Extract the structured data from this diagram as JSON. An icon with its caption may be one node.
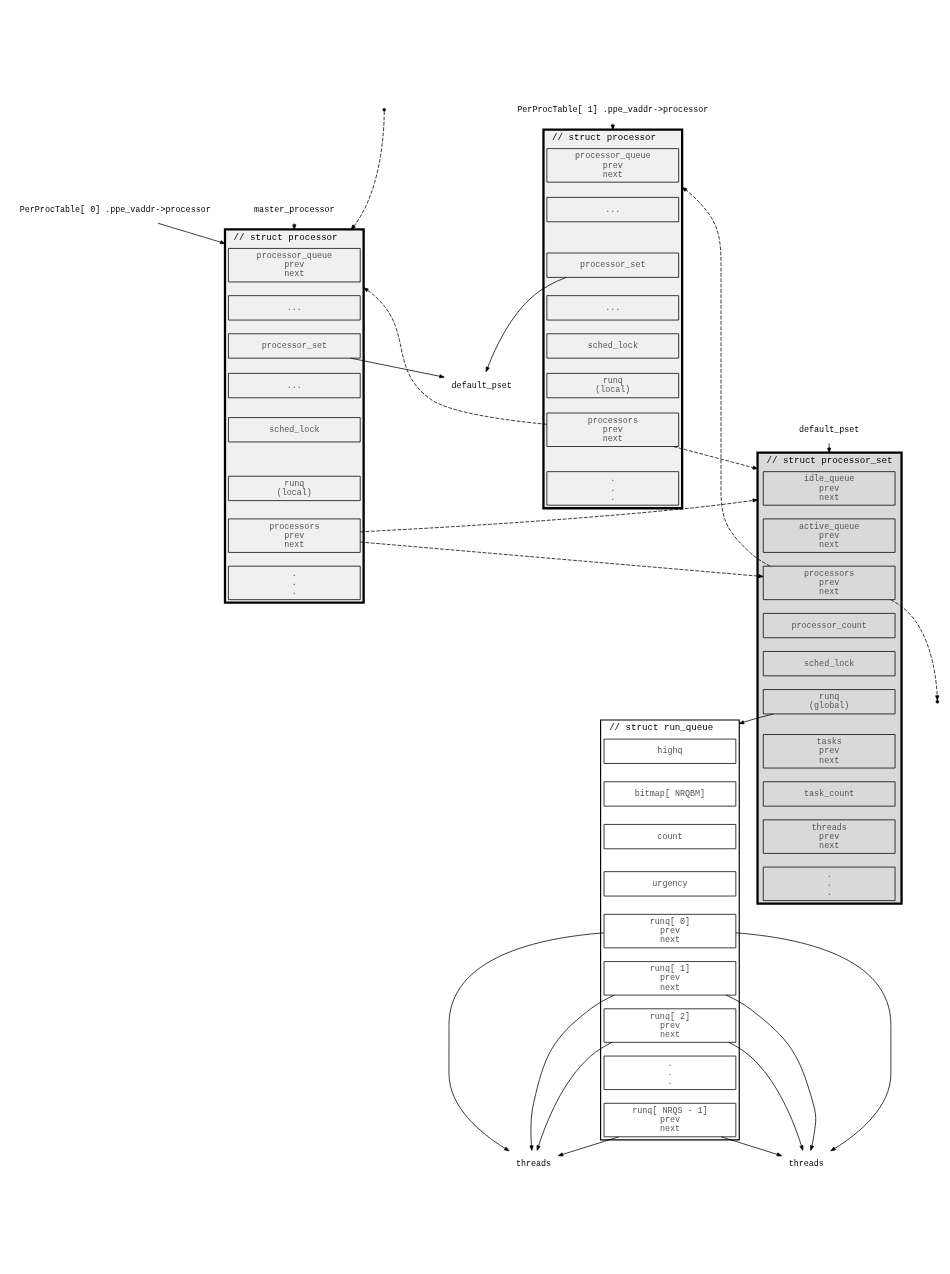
{
  "diagram": {
    "nodes": [
      {
        "text": [
          "// struct run_queue"
        ]
      },
      {
        "text": [
          "highq"
        ],
        "in": 0
      },
      {
        "text": [
          "bitmap[ NRQBM]"
        ],
        "in": 0
      },
      {
        "text": [
          "count"
        ],
        "in": 0
      },
      {
        "text": [
          "urgency"
        ],
        "in": 0
      },
      {
        "text": [
          "runq[ 0]",
          "prev",
          "next"
        ],
        "in": 0
      },
      {
        "text": [
          "runq[ 1]",
          "prev",
          "next"
        ],
        "in": 0
      },
      {
        "text": [
          "runq[ 2]",
          "prev",
          "next"
        ],
        "in": 0
      },
      {
        "text": [
          ".",
          ".",
          "."
        ],
        "in": 0
      },
      {
        "text": [
          "runq[ NRQS - 1]",
          "prev",
          "next"
        ],
        "in": 0
      },
      {
        "text": [
          "threads"
        ]
      },
      {
        "text": [
          "threads"
        ]
      },
      {
        "text": [
          "// struct processor_set"
        ]
      },
      {
        "text": [
          "idle_queue",
          "prev",
          "next"
        ],
        "in": 12
      },
      {
        "text": [
          "active_queue",
          "prev",
          "next"
        ],
        "in": 12
      },
      {
        "text": [
          "processors",
          "prev",
          "next"
        ],
        "in": 12
      },
      {
        "text": [
          "processor_count"
        ],
        "in": 12
      },
      {
        "text": [
          "sched_lock"
        ],
        "in": 12
      },
      {
        "text": [
          "runq",
          "(global)"
        ],
        "in": 12
      },
      {
        "text": [
          "tasks",
          "prev",
          "next"
        ],
        "in": 12
      },
      {
        "text": [
          "task_count"
        ],
        "in": 12
      },
      {
        "text": [
          "threads",
          "prev",
          "next"
        ],
        "in": 12
      },
      {
        "text": [
          ".",
          ".",
          "."
        ],
        "in": 12
      },
      {
        "text": [
          "default_pset"
        ]
      },
      {
        "text": [
          "// struct processor"
        ]
      },
      {
        "text": [
          "processor_queue",
          "prev",
          "next"
        ],
        "in": 24
      },
      {
        "text": [
          "..."
        ],
        "in": 24
      },
      {
        "text": [
          "processor_set"
        ],
        "in": 24
      },
      {
        "text": [
          "..."
        ],
        "in": 24
      },
      {
        "text": [
          "sched_lock"
        ],
        "in": 24
      },
      {
        "text": [
          "runq",
          "(local)"
        ],
        "in": 24
      },
      {
        "text": [
          "processors",
          "prev",
          "next"
        ],
        "in": 24
      },
      {
        "text": [
          ".",
          ".",
          "."
        ],
        "in": 24
      },
      {
        "text": [
          "// struct processor"
        ]
      },
      {
        "text": [
          "processor_queue",
          "prev",
          "next"
        ],
        "in": 33
      },
      {
        "text": [
          "..."
        ],
        "in": 33
      },
      {
        "text": [
          "processor_set"
        ],
        "in": 33
      },
      {
        "text": [
          "..."
        ],
        "in": 33
      },
      {
        "text": [
          "sched_lock"
        ],
        "in": 33
      },
      {
        "text": [
          "runq",
          "(local)"
        ],
        "in": 33
      },
      {
        "text": [
          "processors",
          "prev",
          "next"
        ],
        "in": 33
      },
      {
        "text": [
          ".",
          ".",
          "."
        ],
        "in": 33
      },
      {
        "text": [
          "master_processor"
        ]
      },
      {
        "text": [
          "default_pset"
        ]
      },
      {
        "text": [
          "PerProcTable[ 0] .ppe_vaddr->processor"
        ]
      },
      {
        "text": [
          "PerProcTable[ 1] .ppe_vaddr->processor"
        ]
      }
    ],
    "edges": [
      {
        "from": 18,
        "to": 0,
        "arrow": "to"
      },
      {
        "from": 5,
        "to": 10,
        "arrow": "to"
      },
      {
        "from": 5,
        "to": 11,
        "arrow": "to"
      },
      {
        "from": 6,
        "to": 10,
        "arrow": "to"
      },
      {
        "from": 6,
        "to": 11,
        "arrow": "to"
      },
      {
        "from": 7,
        "to": 10,
        "arrow": "to"
      },
      {
        "from": 7,
        "to": 11,
        "arrow": "to"
      },
      {
        "from": 9,
        "to": 10,
        "arrow": "to"
      },
      {
        "from": 9,
        "to": 11,
        "arrow": "to"
      },
      {
        "from": 23,
        "to": 12,
        "arrow": "to"
      },
      {
        "from": 42,
        "to": 24,
        "arrow": "to"
      },
      {
        "from": 27,
        "to": 43,
        "arrow": "to"
      },
      {
        "from": 36,
        "to": 43,
        "arrow": "to"
      },
      {
        "from": 44,
        "to": 24,
        "arrow": "to"
      },
      {
        "from": 45,
        "to": 33,
        "arrow": "to"
      },
      {
        "from": 15,
        "to": 33,
        "arrow": "to",
        "style": "dashed"
      },
      {
        "from": 31,
        "to": 15,
        "arrow": "to",
        "style": "dashed"
      },
      {
        "from": 31,
        "to": 12,
        "arrow": "to",
        "style": "dashed"
      },
      {
        "from": 40,
        "to": 12,
        "arrow": "to",
        "style": "dashed"
      },
      {
        "from": 40,
        "to": 24,
        "arrow": "to",
        "style": "dashed"
      },
      {
        "from": null,
        "to": 24,
        "arrow": "to",
        "style": "dashed"
      },
      {
        "from": 15,
        "to": null,
        "arrow": "to",
        "style": "dashed"
      }
    ]
  }
}
